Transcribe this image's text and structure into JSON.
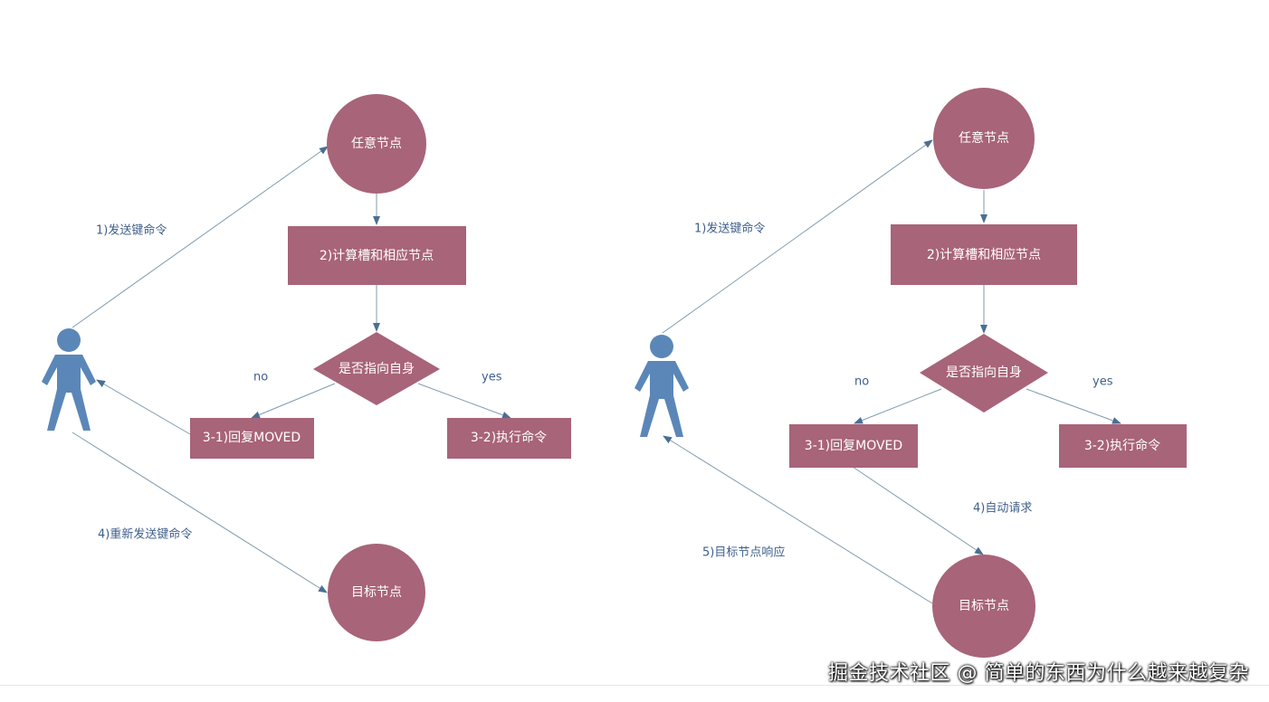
{
  "colors": {
    "node_fill": "#a86479",
    "node_text": "#ffffff",
    "edge_line": "#7f9bb0",
    "edge_label": "#3f5f8c",
    "person": "#5b87b8"
  },
  "left": {
    "nodes": {
      "any_node": "任意节点",
      "compute": "2)计算槽和相应节点",
      "decision": "是否指向自身",
      "moved": "3-1)回复MOVED",
      "execute": "3-2)执行命令",
      "target": "目标节点"
    },
    "edges": {
      "send": "1)发送键命令",
      "no": "no",
      "yes": "yes",
      "resend": "4)重新发送键命令"
    }
  },
  "right": {
    "nodes": {
      "any_node": "任意节点",
      "compute": "2)计算槽和相应节点",
      "decision": "是否指向自身",
      "moved": "3-1)回复MOVED",
      "execute": "3-2)执行命令",
      "target": "目标节点"
    },
    "edges": {
      "send": "1)发送键命令",
      "no": "no",
      "yes": "yes",
      "auto": "4)自动请求",
      "respond": "5)目标节点响应"
    }
  },
  "watermark": "掘金技术社区 @ 简单的东西为什么越来越复杂"
}
